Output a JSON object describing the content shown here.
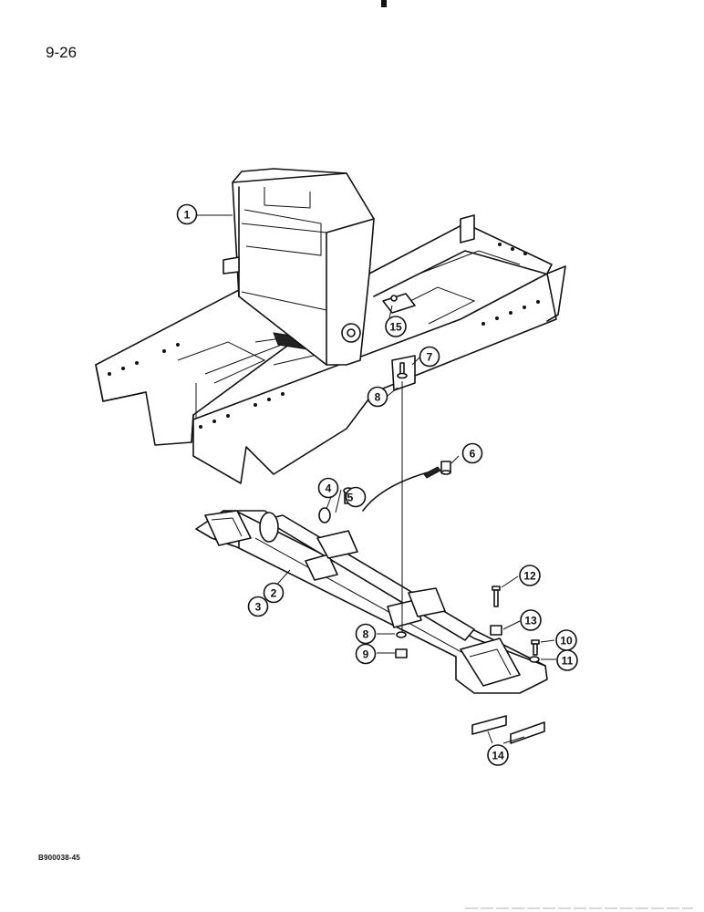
{
  "page": {
    "page_number": "9-26",
    "reference_code": "B900038-45"
  },
  "callouts": [
    {
      "id": "c1",
      "label": "1"
    },
    {
      "id": "c2",
      "label": "2"
    },
    {
      "id": "c3",
      "label": "3"
    },
    {
      "id": "c4",
      "label": "4"
    },
    {
      "id": "c5",
      "label": "5"
    },
    {
      "id": "c6",
      "label": "6"
    },
    {
      "id": "c7",
      "label": "7"
    },
    {
      "id": "c8a",
      "label": "8"
    },
    {
      "id": "c8b",
      "label": "8"
    },
    {
      "id": "c9",
      "label": "9"
    },
    {
      "id": "c10",
      "label": "10"
    },
    {
      "id": "c11",
      "label": "11"
    },
    {
      "id": "c12",
      "label": "12"
    },
    {
      "id": "c13",
      "label": "13"
    },
    {
      "id": "c14",
      "label": "14"
    },
    {
      "id": "c15",
      "label": "15"
    }
  ]
}
